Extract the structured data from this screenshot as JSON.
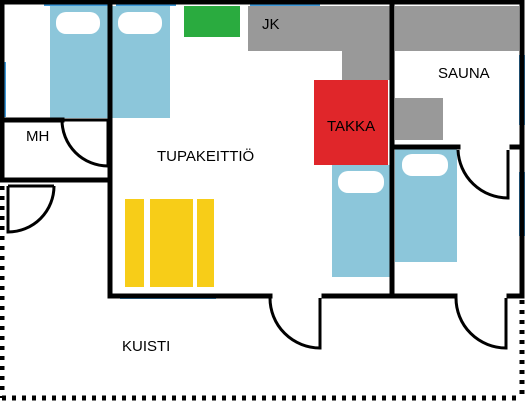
{
  "labels": {
    "jk": "JK",
    "sauna": "SAUNA",
    "mh": "MH",
    "takka": "TAKKA",
    "tupakeittio": "TUPAKEITTIÖ",
    "kuisti": "KUISTI"
  },
  "colors": {
    "wall": "#000000",
    "window": "#3d98d8",
    "bed": "#8cc6da",
    "pillow": "#ffffff",
    "counter": "#999999",
    "fireplace": "#e0262a",
    "green_cabinet": "#2aab3f",
    "table": "#f7cd18",
    "floor": "#ffffff"
  }
}
